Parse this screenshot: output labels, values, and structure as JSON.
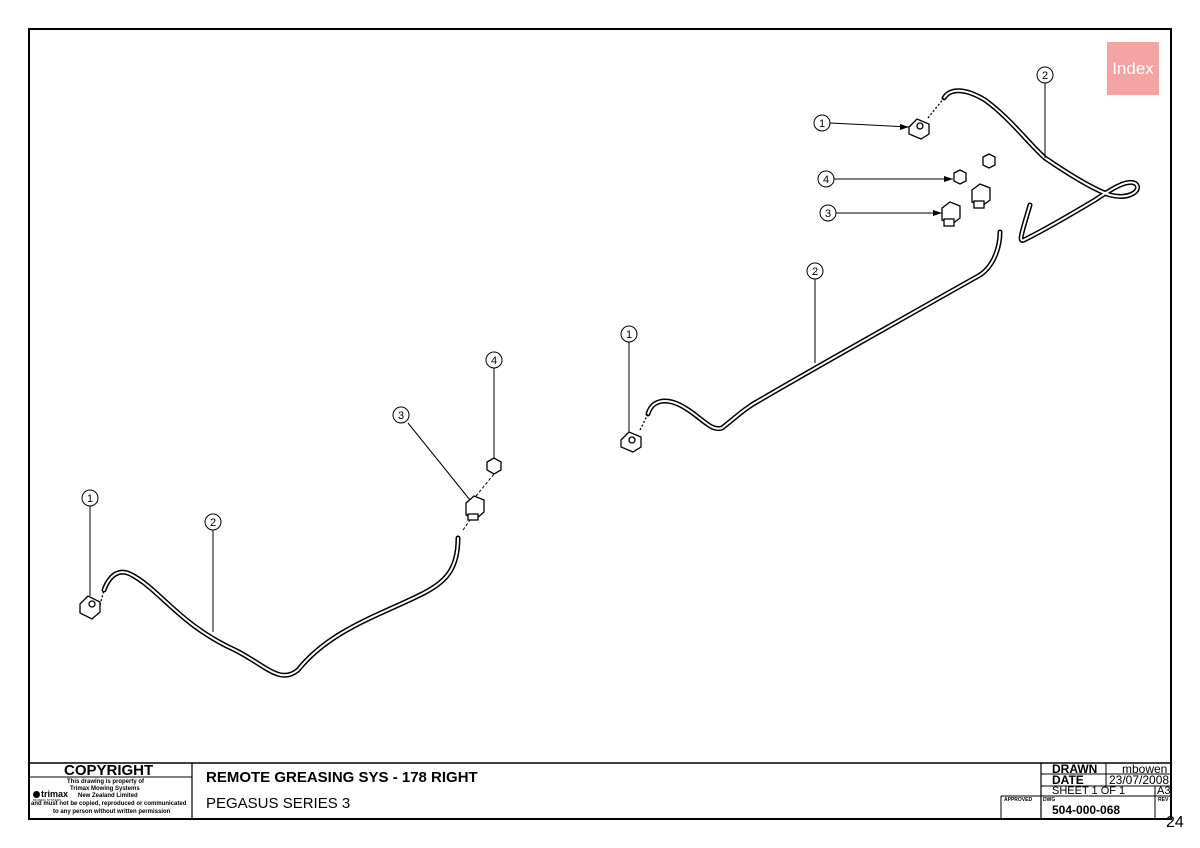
{
  "index_button": "Index",
  "balloons": [
    "1",
    "2",
    "3",
    "4"
  ],
  "title_block": {
    "copyright_heading": "COPYRIGHT",
    "copyright_lines": [
      "This drawing is property of",
      "Trimax Mowing Systems",
      "New Zealand Limited",
      "and must not be copied, reproduced or communicated",
      "to any person without written permission"
    ],
    "logo_text": "trimax",
    "logo_sub": "MOWING SYSTEMS",
    "title": "REMOTE GREASING SYS - 178 RIGHT",
    "subtitle": "PEGASUS SERIES 3",
    "drawn_label": "DRAWN",
    "drawn_value": "mbowen",
    "date_label": "DATE",
    "date_value": "23/07/2008",
    "sheet": "SHEET 1 OF 1",
    "size": "A3",
    "approved_label": "APPROVED",
    "dwg_label": "DWG",
    "rev_label": "REV",
    "dwg_number": "504-000-068"
  },
  "page_number": "24"
}
